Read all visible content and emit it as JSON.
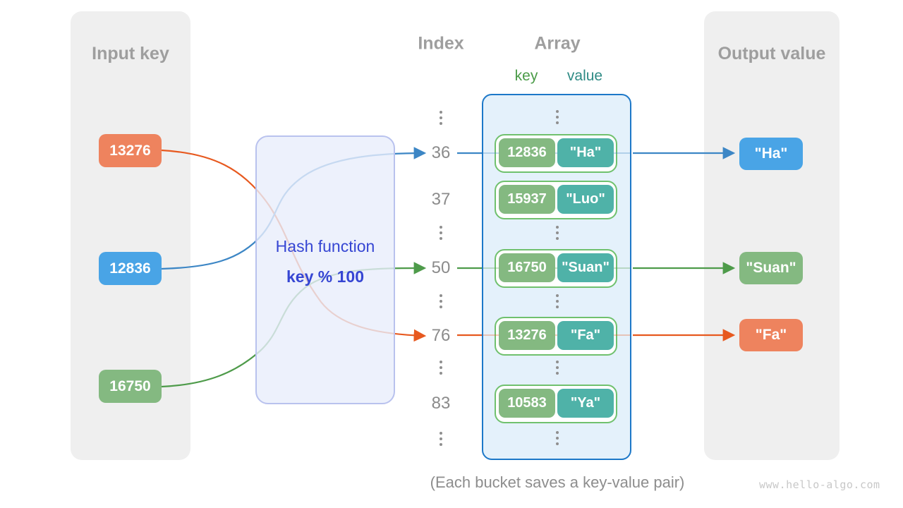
{
  "input_panel": {
    "title": "Input key",
    "items": [
      {
        "label": "13276",
        "color": "#ee835e"
      },
      {
        "label": "12836",
        "color": "#49a4e6"
      },
      {
        "label": "16750",
        "color": "#84b981"
      }
    ]
  },
  "hash": {
    "title": "Hash function",
    "formula": "key % 100"
  },
  "index_column": {
    "title": "Index",
    "values": [
      "36",
      "37",
      "50",
      "76",
      "83"
    ]
  },
  "array": {
    "title": "Array",
    "key_label": "key",
    "value_label": "value",
    "buckets": [
      {
        "key": "12836",
        "value": "\"Ha\""
      },
      {
        "key": "15937",
        "value": "\"Luo\""
      },
      {
        "key": "16750",
        "value": "\"Suan\""
      },
      {
        "key": "13276",
        "value": "\"Fa\""
      },
      {
        "key": "10583",
        "value": "\"Ya\""
      }
    ]
  },
  "output_panel": {
    "title": "Output value",
    "items": [
      {
        "label": "\"Ha\"",
        "color": "#49a4e6"
      },
      {
        "label": "\"Suan\"",
        "color": "#84b981"
      },
      {
        "label": "\"Fa\"",
        "color": "#ee835e"
      }
    ]
  },
  "caption": "(Each bucket saves a key-value pair)",
  "watermark": "www.hello-algo.com",
  "colors": {
    "panel_bg": "#efefef",
    "title_gray": "#9e9e9e",
    "orange": "#ee835e",
    "blue": "#49a4e6",
    "green": "#84b981",
    "teal": "#4fb2a8",
    "bucket_border": "#70c16e",
    "array_bg": "#e4f1fb",
    "array_border": "#1d78c8",
    "hash_bg": "#e9edfb",
    "hash_border": "#b9c2ee",
    "hash_text": "#3646d3",
    "line_blue": "#3c86c5",
    "line_green": "#4e9b4a",
    "line_orange": "#e7591f"
  }
}
